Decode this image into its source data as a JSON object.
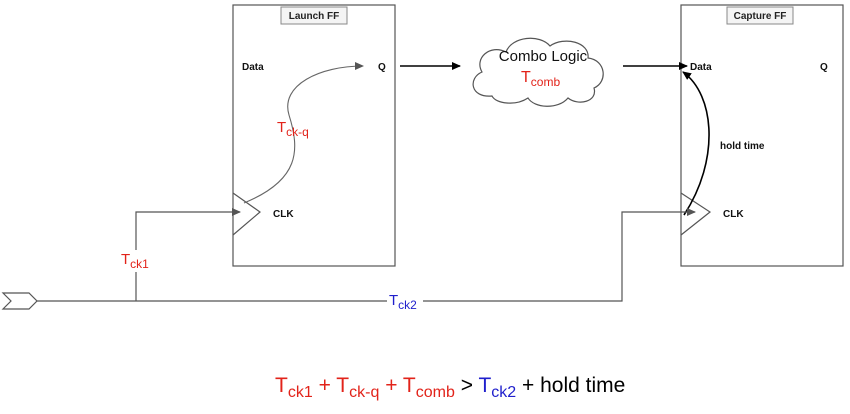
{
  "launch_ff": {
    "title": "Launch FF",
    "pin_data": "Data",
    "pin_q": "Q",
    "pin_clk": "CLK"
  },
  "capture_ff": {
    "title": "Capture FF",
    "pin_data": "Data",
    "pin_q": "Q",
    "pin_clk": "CLK"
  },
  "combo": {
    "label": "Combo Logic",
    "delay_main": "T",
    "delay_sub": "comb"
  },
  "labels": {
    "tck_q_main": "T",
    "tck_q_sub": "ck-q",
    "tck1_main": "T",
    "tck1_sub": "ck1",
    "tck2_main": "T",
    "tck2_sub": "ck2",
    "hold_time": "hold time"
  },
  "formula": {
    "t1": "T",
    "t1_sub": "ck1",
    "plus1": " + ",
    "t2": "T",
    "t2_sub": "ck-q",
    "plus2": " + ",
    "t3": "T",
    "t3_sub": "comb",
    "gt": " > ",
    "t4": "T",
    "t4_sub": "ck2",
    "tail": " + hold time"
  },
  "colors": {
    "launch_path": "#e2231a",
    "capture_path": "#1f1fcc"
  }
}
